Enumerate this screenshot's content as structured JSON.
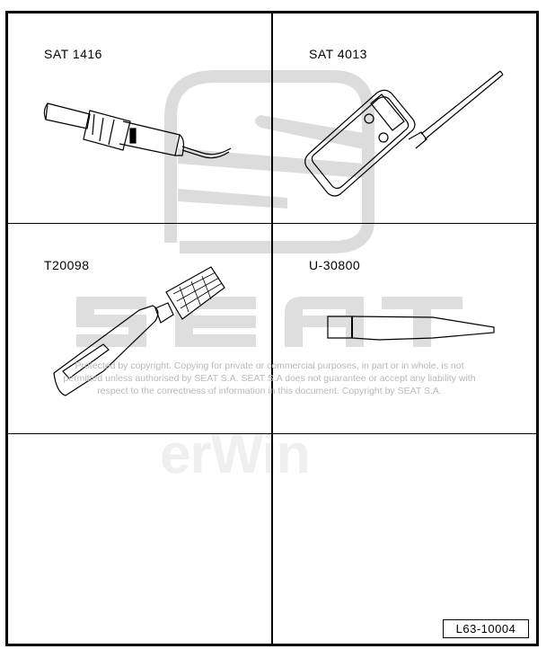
{
  "figure": {
    "reference_code": "L63-10004",
    "cells": [
      {
        "label": "SAT 1416",
        "tool": "hot-air-gun"
      },
      {
        "label": "SAT 4013",
        "tool": "digital-thermometer-probe"
      },
      {
        "label": "T20098",
        "tool": "connector-release-tool"
      },
      {
        "label": "U-30800",
        "tool": "tapered-drift"
      },
      {
        "label": "",
        "tool": ""
      },
      {
        "label": "",
        "tool": ""
      }
    ]
  },
  "watermark": {
    "brand_text": "SEAT",
    "system_text": "erWin",
    "copyright_lines": [
      "Protected by copyright. Copying for private or commercial purposes, in part or in whole, is not",
      "permitted unless authorised by SEAT S.A. SEAT S.A does not guarantee or accept any liability with",
      "respect to the correctness of information in this document. Copyright by SEAT S.A."
    ],
    "color": "#c8c8c8"
  }
}
